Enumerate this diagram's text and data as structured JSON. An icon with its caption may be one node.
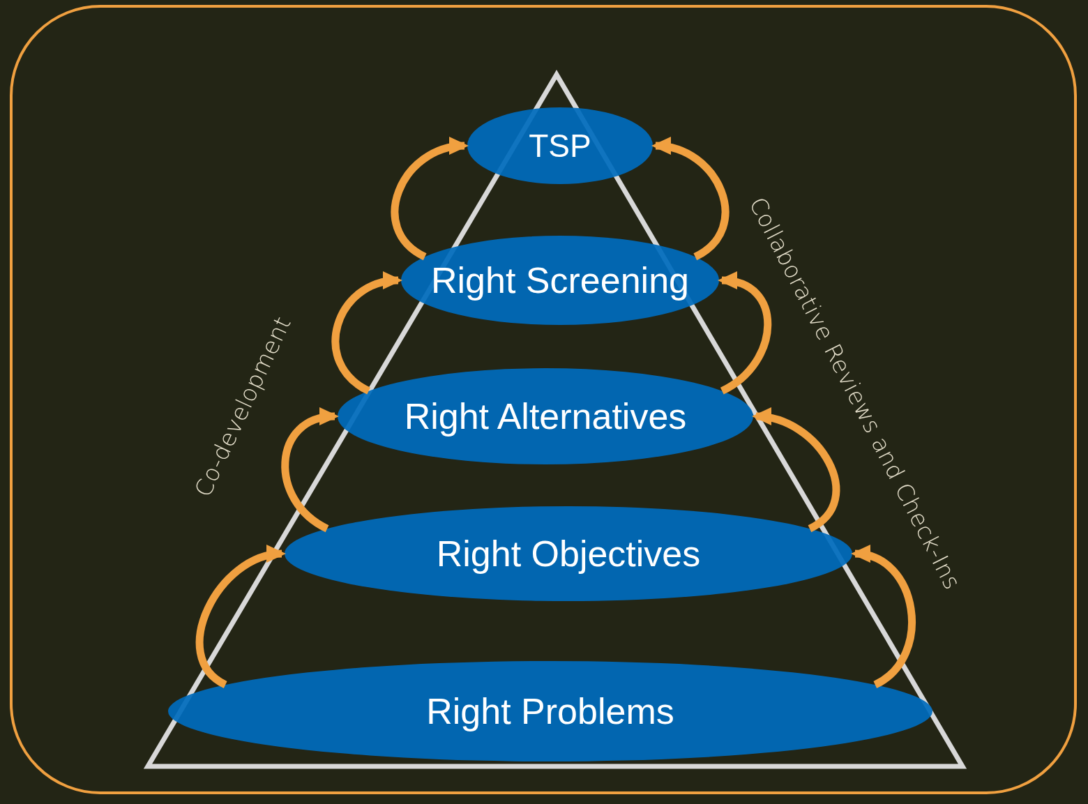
{
  "diagram": {
    "nodes": [
      {
        "text": [
          "TSP"
        ]
      },
      {
        "text": [
          "Right Screening"
        ]
      },
      {
        "text": [
          "Right Alternatives"
        ]
      },
      {
        "text": [
          "Right Objectives"
        ]
      },
      {
        "text": [
          "Right Problems"
        ]
      }
    ],
    "edges": [
      {
        "from": 4,
        "to": 3,
        "arrow": "to"
      },
      {
        "from": 3,
        "to": 2,
        "arrow": "to"
      },
      {
        "from": 2,
        "to": 1,
        "arrow": "to"
      },
      {
        "from": 1,
        "to": 0,
        "arrow": "to"
      },
      {
        "from": 4,
        "to": 3,
        "arrow": "to"
      },
      {
        "from": 3,
        "to": 2,
        "arrow": "to"
      },
      {
        "from": 2,
        "to": 1,
        "arrow": "to"
      },
      {
        "from": 1,
        "to": 0,
        "arrow": "to"
      }
    ],
    "labels": [
      "Co-development",
      "Collaborative Reviews and Check-Ins"
    ]
  }
}
